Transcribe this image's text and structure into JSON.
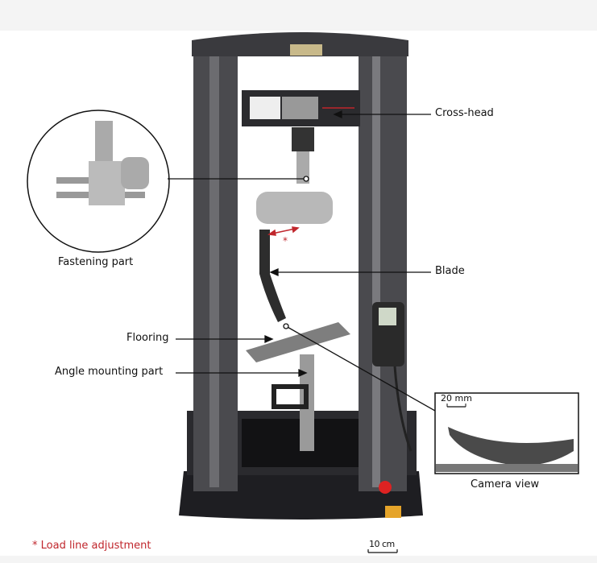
{
  "labels": {
    "cross_head": "Cross-head",
    "fastening_part": "Fastening part",
    "blade": "Blade",
    "flooring": "Flooring",
    "angle_mounting_part": "Angle mounting part",
    "camera_view": "Camera view",
    "load_line_adjustment": "* Load line adjustment",
    "star_marker": "*"
  },
  "scale_bars": {
    "main": "10 cm",
    "camera": "20 mm"
  },
  "colors": {
    "accent_red": "#c0262c",
    "frame": "#3a3a3a"
  }
}
